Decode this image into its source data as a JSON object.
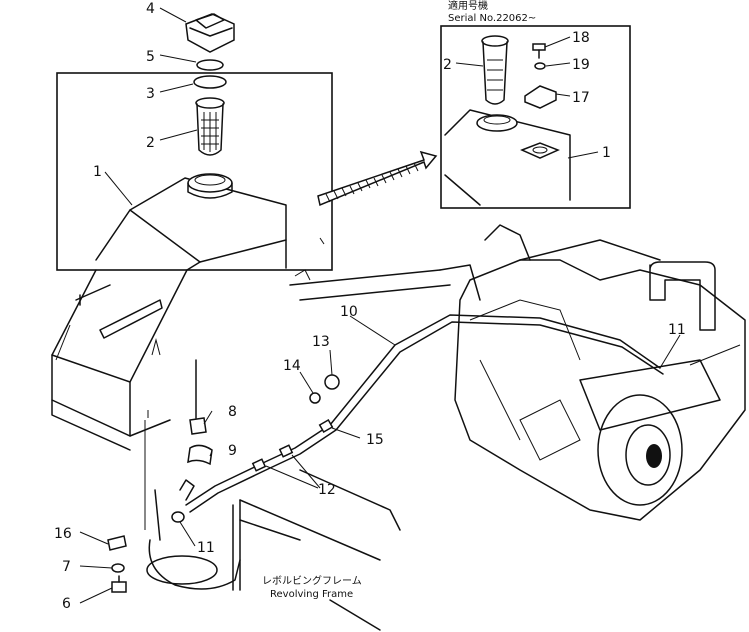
{
  "inset_note": {
    "line_jp": "適用号機",
    "line_en": "Serial No.22062~"
  },
  "frame_label": {
    "jp": "レボルビングフレーム",
    "en": "Revolving Frame"
  },
  "callouts": {
    "c1": "1",
    "c2": "2",
    "c3": "3",
    "c4": "4",
    "c5": "5",
    "c6": "6",
    "c7": "7",
    "c8": "8",
    "c9": "9",
    "c10": "10",
    "c11a": "11",
    "c11b": "11",
    "c12": "12",
    "c13": "13",
    "c14": "14",
    "c15": "15",
    "c16": "16",
    "i1": "1",
    "i2": "2",
    "i17": "17",
    "i18": "18",
    "i19": "19"
  }
}
